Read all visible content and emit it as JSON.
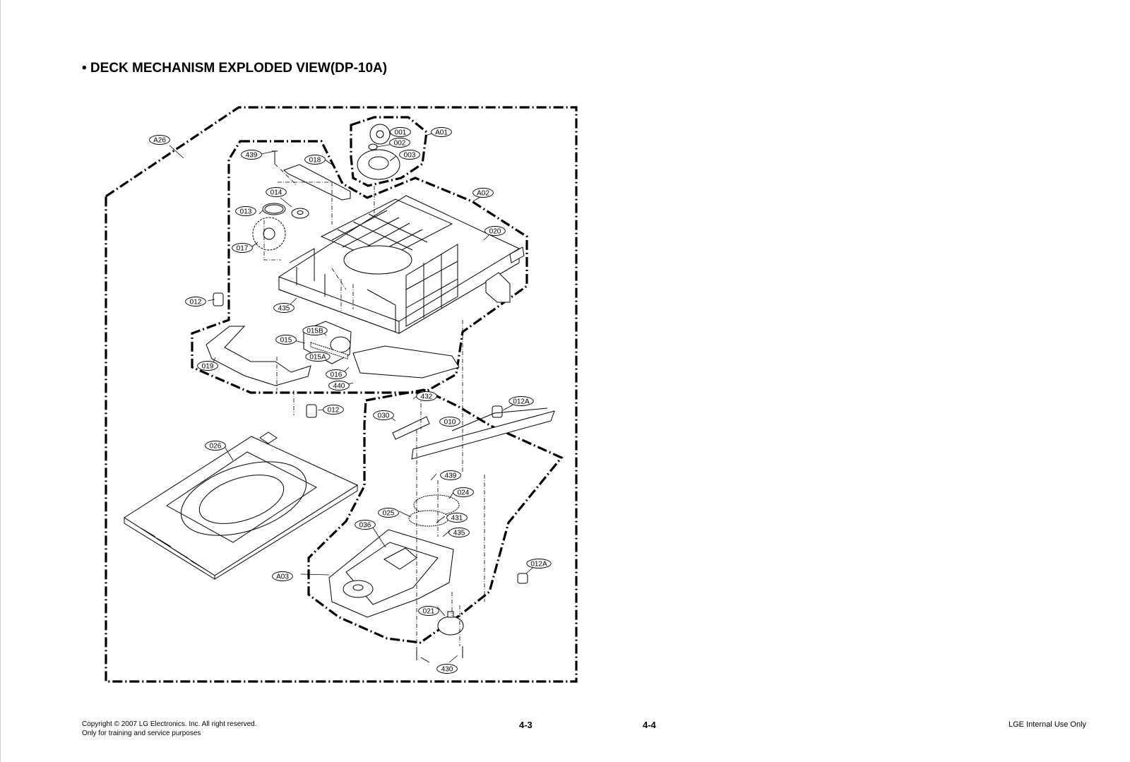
{
  "page": {
    "title": "• DECK MECHANISM EXPLODED VIEW(DP-10A)",
    "footer": {
      "copyright_line1": "Copyright © 2007 LG Electronics. Inc. All right reserved.",
      "copyright_line2": "Only for training and service purposes",
      "page_left": "4-3",
      "page_right": "4-4",
      "internal": "LGE Internal Use Only"
    }
  },
  "diagram": {
    "part_labels": [
      "A26",
      "439",
      "018",
      "001",
      "A01",
      "002",
      "003",
      "014",
      "013",
      "017",
      "A02",
      "020",
      "012",
      "435",
      "015B",
      "015",
      "015A",
      "016",
      "440",
      "019",
      "432",
      "012A",
      "030",
      "010",
      "012",
      "026",
      "439",
      "024",
      "025",
      "431",
      "036",
      "435",
      "012A",
      "A03",
      "021",
      "430"
    ]
  }
}
